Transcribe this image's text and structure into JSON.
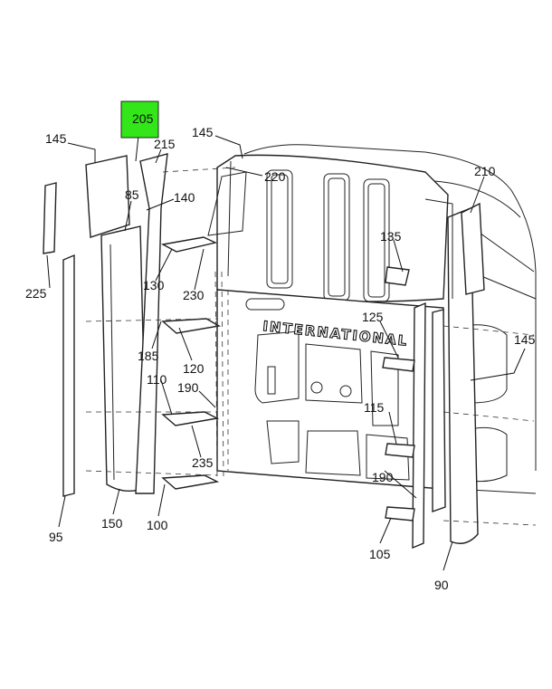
{
  "diagram": {
    "brand_text": "INTERNATIONAL",
    "highlight_color": "#33e619",
    "callouts": [
      {
        "id": "c205",
        "text": "205",
        "highlighted": true
      },
      {
        "id": "c145a",
        "text": "145"
      },
      {
        "id": "c215",
        "text": "215"
      },
      {
        "id": "c145b",
        "text": "145"
      },
      {
        "id": "c220",
        "text": "220"
      },
      {
        "id": "c210",
        "text": "210"
      },
      {
        "id": "c85",
        "text": "85"
      },
      {
        "id": "c140",
        "text": "140"
      },
      {
        "id": "c135",
        "text": "135"
      },
      {
        "id": "c225",
        "text": "225"
      },
      {
        "id": "c130",
        "text": "130"
      },
      {
        "id": "c230",
        "text": "230"
      },
      {
        "id": "c125",
        "text": "125"
      },
      {
        "id": "c145c",
        "text": "145"
      },
      {
        "id": "c185",
        "text": "185"
      },
      {
        "id": "c120",
        "text": "120"
      },
      {
        "id": "c110",
        "text": "110"
      },
      {
        "id": "c190a",
        "text": "190"
      },
      {
        "id": "c115",
        "text": "115"
      },
      {
        "id": "c235",
        "text": "235"
      },
      {
        "id": "c190b",
        "text": "190"
      },
      {
        "id": "c150",
        "text": "150"
      },
      {
        "id": "c100",
        "text": "100"
      },
      {
        "id": "c95",
        "text": "95"
      },
      {
        "id": "c105",
        "text": "105"
      },
      {
        "id": "c90",
        "text": "90"
      }
    ]
  }
}
